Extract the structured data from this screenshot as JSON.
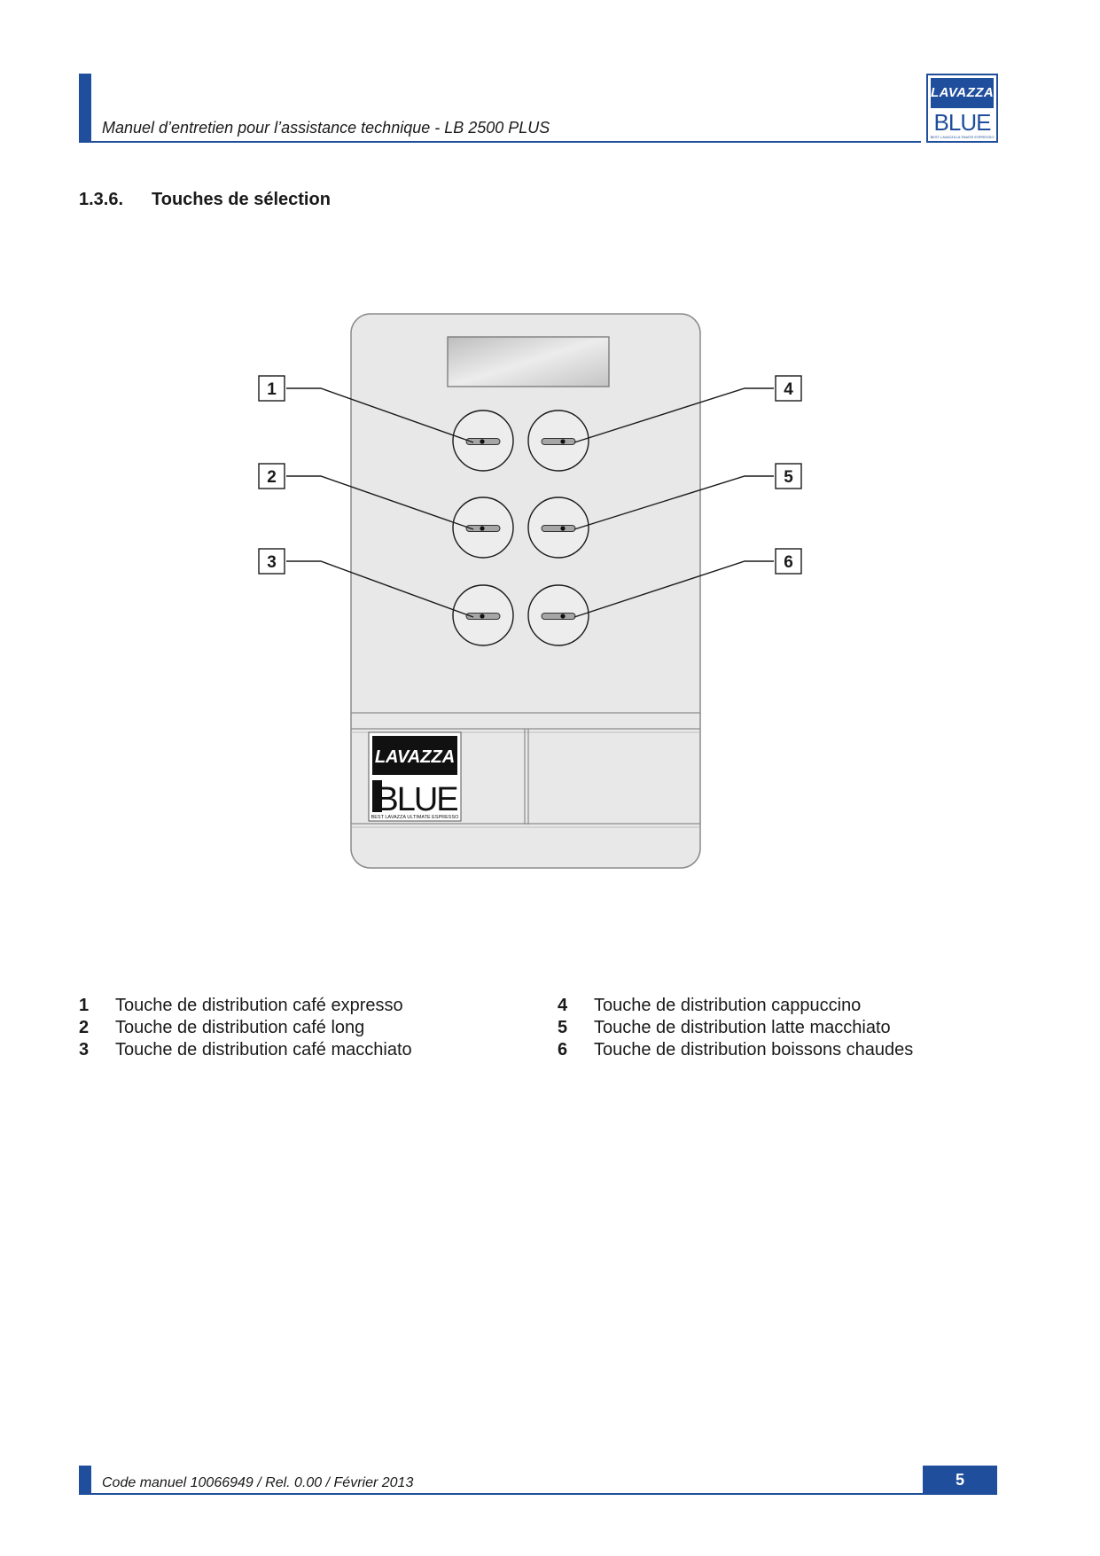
{
  "header": {
    "title": "Manuel d’entretien pour l’assistance technique - LB 2500 PLUS",
    "logo": {
      "brand": "LAVAZZA",
      "line": "BLUE",
      "tagline": "BEST LAVAZZA ULTIMATE ESPRESSO"
    }
  },
  "section": {
    "number": "1.3.6.",
    "title": "Touches de sélection"
  },
  "diagram": {
    "callouts": [
      "1",
      "2",
      "3",
      "4",
      "5",
      "6"
    ],
    "panel_logo": {
      "brand": "LAVAZZA",
      "line": "BLUE",
      "tagline": "BEST LAVAZZA ULTIMATE ESPRESSO"
    }
  },
  "legend": {
    "left": [
      {
        "num": "1",
        "text": "Touche de distribution café expresso"
      },
      {
        "num": "2",
        "text": "Touche de distribution café long"
      },
      {
        "num": "3",
        "text": "Touche de distribution café macchiato"
      }
    ],
    "right": [
      {
        "num": "4",
        "text": "Touche de distribution cappuccino"
      },
      {
        "num": "5",
        "text": "Touche de distribution latte macchiato"
      },
      {
        "num": "6",
        "text": "Touche de distribution boissons chaudes"
      }
    ]
  },
  "footer": {
    "code": "Code manuel 10066949 / Rel. 0.00 / Février 2013",
    "page": "5"
  },
  "colors": {
    "accent": "#1f4e9c",
    "panel": "#e8e8e8"
  }
}
